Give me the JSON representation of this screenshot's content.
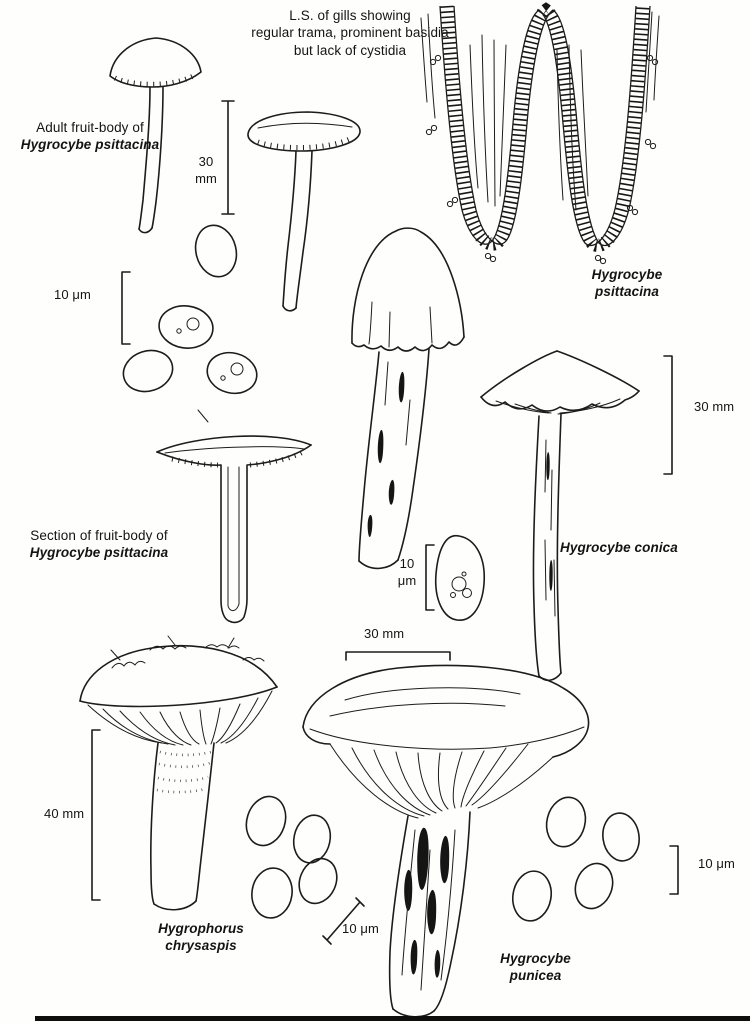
{
  "page": {
    "background": "#fefefc",
    "ink": "#1c1c1c"
  },
  "captions": {
    "gills_heading_lines": [
      "L.S. of gills showing",
      "regular trama, prominent basidia",
      "but lack of cystidia"
    ],
    "adult": {
      "prefix": "Adult fruit-body  of",
      "species": "Hygrocybe  psittacina"
    },
    "gills_species": {
      "line1": "Hygrocybe",
      "line2": "psittacina"
    },
    "section": {
      "prefix": "Section of fruit-body of",
      "species": "Hygrocybe  psittacina"
    },
    "conica": "Hygrocybe conica",
    "chrysaspis": {
      "line1": "Hygrophorus",
      "line2": "chrysaspis"
    },
    "punicea": {
      "line1": "Hygrocybe",
      "line2": "punicea"
    }
  },
  "scales": {
    "top_30mm": "30 mm",
    "left_10um": "10 μm",
    "right_30mm": "30 mm",
    "center_10um": "10 μm",
    "bottom_30mm": "30 mm",
    "left_40mm": "40 mm",
    "bottom_10um": "10 μm",
    "right_10um": "10 μm"
  }
}
